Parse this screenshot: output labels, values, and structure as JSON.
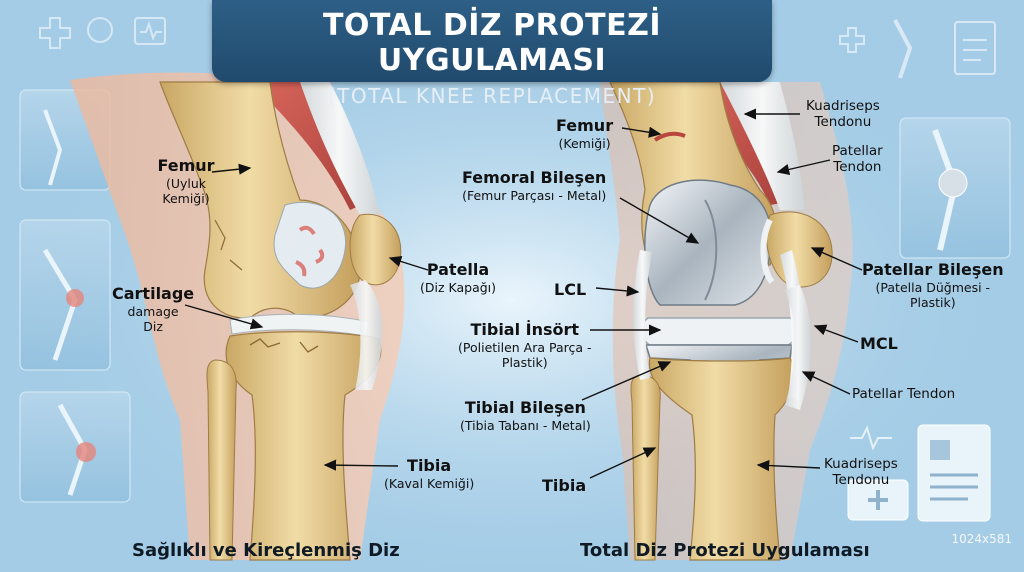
{
  "title": "TOTAL DİZ PROTEZİ UYGULAMASI",
  "subtitle": "(TOTAL KNEE REPLACEMENT)",
  "left_panel": {
    "caption": "Sağlıklı ve Kireçlenmiş Diz",
    "labels": {
      "femur": {
        "name": "Femur",
        "desc": "(Uyluk Kemiği)"
      },
      "patella": {
        "name": "Patella",
        "desc": "(Diz Kapağı)"
      },
      "cartilage": {
        "name": "Cartilage",
        "desc": "damage Diz"
      },
      "tibia": {
        "name": "Tibia",
        "desc": "(Kaval Kemiği)"
      }
    }
  },
  "right_panel": {
    "caption": "Total Diz Protezi Uygulaması",
    "labels": {
      "femur": {
        "name": "Femur",
        "desc": "(Kemiği)"
      },
      "femoral_component": {
        "name": "Femoral Bileşen",
        "desc": "(Femur Parçası - Metal)"
      },
      "lcl": {
        "name": "LCL"
      },
      "tibial_insert": {
        "name": "Tibial İnsört",
        "desc1": "(Polietilen Ara Parça -",
        "desc2": "Plastik)"
      },
      "tibial_component": {
        "name": "Tibial Bileşen",
        "desc": "(Tibia Tabanı - Metal)"
      },
      "tibia": {
        "name": "Tibia"
      },
      "quad_tendon_top": {
        "line1": "Kuadriseps",
        "line2": "Tendonu"
      },
      "patellar_tendon_top": {
        "line1": "Patellar",
        "line2": "Tendon"
      },
      "patellar_component": {
        "name": "Patellar Bileşen",
        "desc1": "(Patella Düğmesi -",
        "desc2": "Plastik)"
      },
      "mcl": {
        "name": "MCL"
      },
      "patellar_tendon_bottom": {
        "text": "Patellar Tendon"
      },
      "quad_tendon_bottom": {
        "line1": "Kuadriseps",
        "line2": "Tendonu"
      }
    }
  },
  "watermark": "1024x581",
  "colors": {
    "banner": "#204a6d",
    "bone": "#e8cf96",
    "bone_shade": "#c9a764",
    "muscle": "#c9574f",
    "metal": "#c4ccd4",
    "plastic": "#eef2f5",
    "background": "#a9d0e8"
  }
}
